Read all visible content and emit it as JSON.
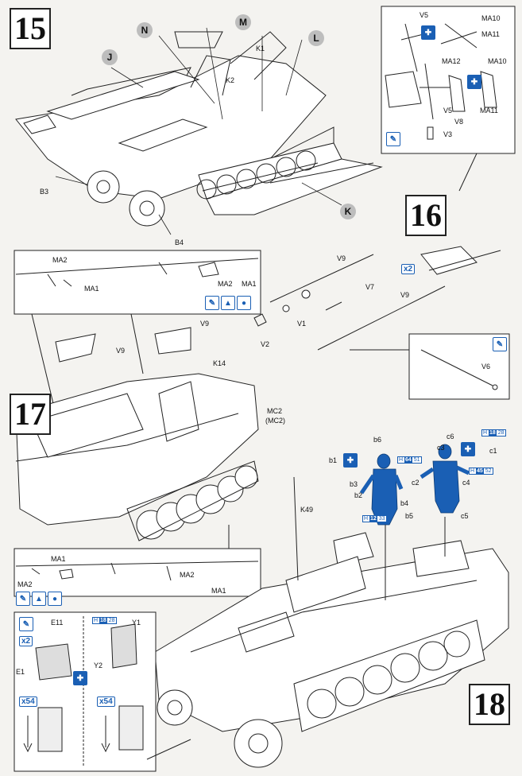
{
  "steps": {
    "s15": "15",
    "s16": "16",
    "s17": "17",
    "s18": "18"
  },
  "circles": {
    "N": "N",
    "M": "M",
    "L": "L",
    "J": "J",
    "K": "K"
  },
  "labels": {
    "K1": "K1",
    "K2": "K2",
    "B3": "B3",
    "B4": "B4",
    "MA2_a": "MA2",
    "MA1_a": "MA1",
    "MA2_b": "MA2",
    "MA1_b": "MA1",
    "V9_a": "V9",
    "V9_b": "V9",
    "K14": "K14",
    "MC2": "MC2",
    "MC2p": "(MC2)",
    "V5_a": "V5",
    "V5_b": "V5",
    "MA10_a": "MA10",
    "MA11_a": "MA11",
    "MA12": "MA12",
    "MA10_b": "MA10",
    "MA11_b": "MA11",
    "V8": "V8",
    "V3": "V3",
    "V9_c": "V9",
    "V7": "V7",
    "V9_d": "V9",
    "V1": "V1",
    "V2": "V2",
    "V6": "V6",
    "b6": "b6",
    "b1": "b1",
    "b3": "b3",
    "b2": "b2",
    "b4": "b4",
    "b5": "b5",
    "c6": "c6",
    "c3": "c3",
    "c1": "c1",
    "c2": "c2",
    "c4": "c4",
    "c5": "c5",
    "K49": "K49",
    "MA1_c": "MA1",
    "MA2_c": "MA2",
    "MA2_d": "MA2",
    "MA1_d": "MA1",
    "E11": "E11",
    "E1": "E1",
    "Y1": "Y1",
    "Y2": "Y2"
  },
  "qty": {
    "x2_a": "x2",
    "x2_b": "x2",
    "x54_a": "x54",
    "x54_b": "x54"
  },
  "paint": {
    "p1": {
      "h": "H",
      "code": "18",
      "num": "28"
    },
    "p2": {
      "h": "H",
      "code": "64",
      "num": "51"
    },
    "p3": {
      "h": "H",
      "code": "45",
      "num": "52"
    },
    "p4": {
      "h": "H",
      "code": "12",
      "num": "33"
    },
    "p5": {
      "h": "H",
      "code": "18",
      "num": "28"
    }
  }
}
